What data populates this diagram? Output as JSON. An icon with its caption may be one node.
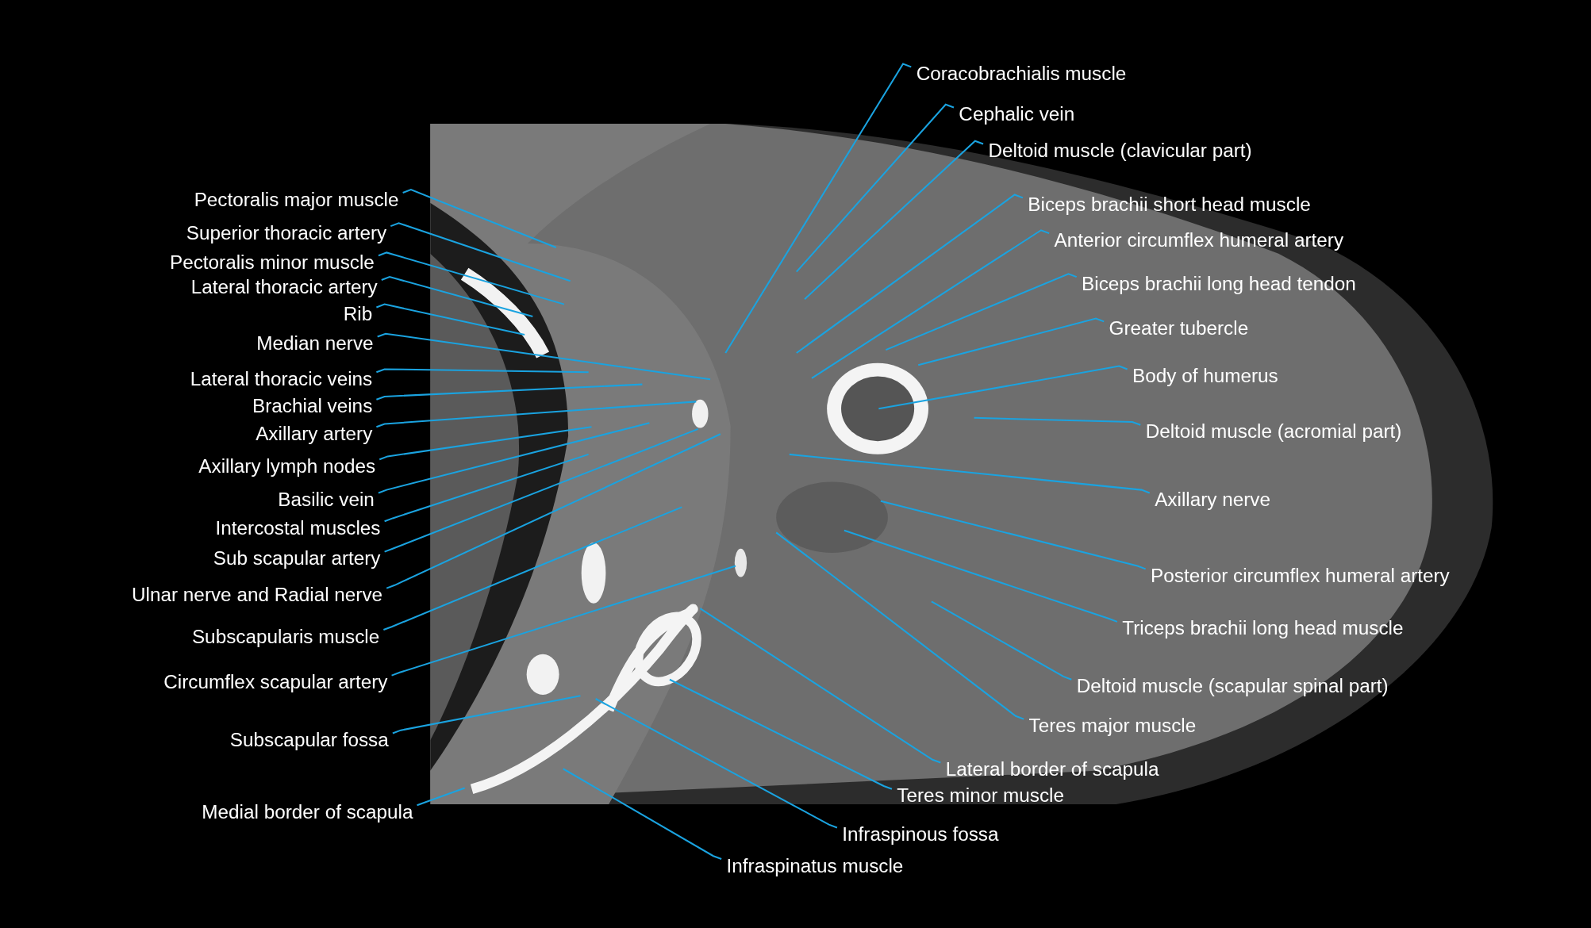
{
  "diagram": {
    "nodes": [
      {
        "text": [
          "Pectoralis major muscle"
        ]
      },
      {
        "text": [
          "Superior thoracic artery"
        ]
      },
      {
        "text": [
          "Pectoralis minor muscle"
        ]
      },
      {
        "text": [
          "Lateral thoracic artery"
        ]
      },
      {
        "text": [
          "Rib"
        ]
      },
      {
        "text": [
          "Median nerve"
        ]
      },
      {
        "text": [
          "Lateral thoracic veins"
        ]
      },
      {
        "text": [
          "Brachial veins"
        ]
      },
      {
        "text": [
          "Axillary artery"
        ]
      },
      {
        "text": [
          "Axillary lymph nodes"
        ]
      },
      {
        "text": [
          "Basilic vein"
        ]
      },
      {
        "text": [
          "Intercostal muscles"
        ]
      },
      {
        "text": [
          "Sub scapular artery"
        ]
      },
      {
        "text": [
          "Ulnar nerve and Radial nerve"
        ]
      },
      {
        "text": [
          "Subscapularis muscle"
        ]
      },
      {
        "text": [
          "Circumflex scapular artery"
        ]
      },
      {
        "text": [
          "Subscapular fossa"
        ]
      },
      {
        "text": [
          "Medial border of scapula"
        ]
      },
      {
        "text": [
          "Coracobrachialis muscle"
        ]
      },
      {
        "text": [
          "Cephalic vein"
        ]
      },
      {
        "text": [
          "Deltoid muscle (clavicular part)"
        ]
      },
      {
        "text": [
          "Biceps brachii short head muscle"
        ]
      },
      {
        "text": [
          "Anterior circumflex humeral artery"
        ]
      },
      {
        "text": [
          "Biceps brachii long head tendon"
        ]
      },
      {
        "text": [
          "Greater tubercle"
        ]
      },
      {
        "text": [
          "Body of humerus"
        ]
      },
      {
        "text": [
          "Deltoid muscle (acromial part)"
        ]
      },
      {
        "text": [
          "Axillary nerve"
        ]
      },
      {
        "text": [
          "Posterior circumflex humeral artery"
        ]
      },
      {
        "text": [
          "Triceps brachii long head muscle"
        ]
      },
      {
        "text": [
          "Deltoid muscle (scapular spinal part)"
        ]
      },
      {
        "text": [
          "Teres major muscle"
        ]
      },
      {
        "text": [
          "Lateral border of scapula"
        ]
      },
      {
        "text": [
          "Teres minor muscle"
        ]
      },
      {
        "text": [
          "Infraspinous fossa"
        ]
      },
      {
        "text": [
          "Infraspinatus muscle"
        ]
      }
    ],
    "edges": [
      {
        "from": 0,
        "to": null,
        "arrow": "none"
      },
      {
        "from": 1,
        "to": null,
        "arrow": "none"
      },
      {
        "from": 2,
        "to": null,
        "arrow": "none"
      },
      {
        "from": 3,
        "to": null,
        "arrow": "none"
      },
      {
        "from": 4,
        "to": null,
        "arrow": "none"
      },
      {
        "from": 5,
        "to": null,
        "arrow": "none"
      },
      {
        "from": 6,
        "to": null,
        "arrow": "none"
      },
      {
        "from": 7,
        "to": null,
        "arrow": "none"
      },
      {
        "from": 8,
        "to": null,
        "arrow": "none"
      },
      {
        "from": 9,
        "to": null,
        "arrow": "none"
      },
      {
        "from": 10,
        "to": null,
        "arrow": "none"
      },
      {
        "from": 11,
        "to": null,
        "arrow": "none"
      },
      {
        "from": 12,
        "to": null,
        "arrow": "none"
      },
      {
        "from": 13,
        "to": null,
        "arrow": "none"
      },
      {
        "from": 14,
        "to": null,
        "arrow": "none"
      },
      {
        "from": 15,
        "to": null,
        "arrow": "none"
      },
      {
        "from": 16,
        "to": null,
        "arrow": "none"
      },
      {
        "from": 17,
        "to": null,
        "arrow": "none"
      },
      {
        "from": 18,
        "to": null,
        "arrow": "none"
      },
      {
        "from": 19,
        "to": null,
        "arrow": "none"
      },
      {
        "from": 20,
        "to": null,
        "arrow": "none"
      },
      {
        "from": 21,
        "to": null,
        "arrow": "none"
      },
      {
        "from": 22,
        "to": null,
        "arrow": "none"
      },
      {
        "from": 23,
        "to": null,
        "arrow": "none"
      },
      {
        "from": 24,
        "to": null,
        "arrow": "none"
      },
      {
        "from": 25,
        "to": null,
        "arrow": "none"
      },
      {
        "from": 26,
        "to": null,
        "arrow": "none"
      },
      {
        "from": 27,
        "to": null,
        "arrow": "none"
      },
      {
        "from": 28,
        "to": null,
        "arrow": "none"
      },
      {
        "from": 29,
        "to": null,
        "arrow": "none"
      },
      {
        "from": 30,
        "to": null,
        "arrow": "none"
      },
      {
        "from": 31,
        "to": null,
        "arrow": "none"
      },
      {
        "from": 32,
        "to": null,
        "arrow": "none"
      },
      {
        "from": 33,
        "to": null,
        "arrow": "none"
      },
      {
        "from": 34,
        "to": null,
        "arrow": "none"
      },
      {
        "from": 35,
        "to": null,
        "arrow": "none"
      }
    ]
  }
}
